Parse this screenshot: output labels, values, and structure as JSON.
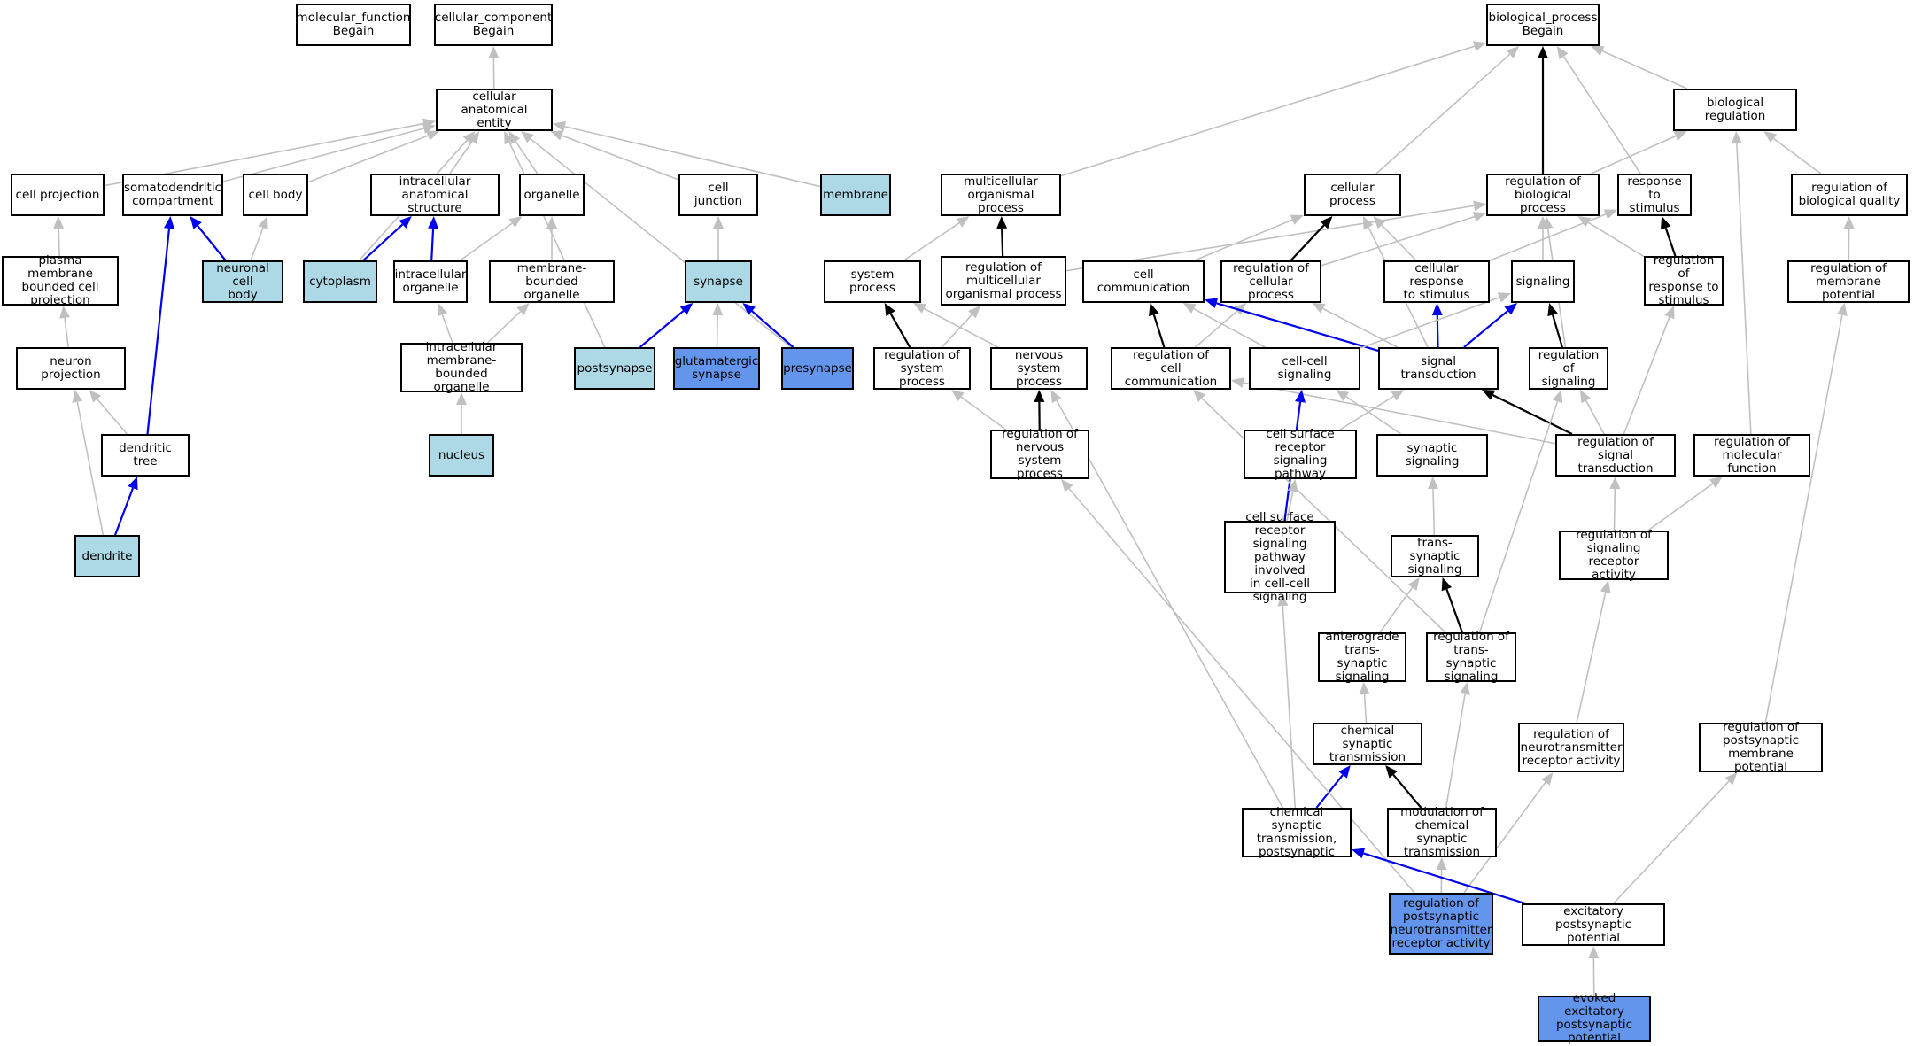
{
  "colors": {
    "light": "#add8e6",
    "blue": "#6495ed",
    "edge_gray": "#c0c0c0",
    "edge_black": "#000000",
    "edge_blue": "#0000ee"
  },
  "nodes": {
    "mf": {
      "label": "molecular_function\nBegain",
      "fill": "none"
    },
    "cc": {
      "label": "cellular_component\nBegain",
      "fill": "none"
    },
    "bp": {
      "label": "biological_process\nBegain",
      "fill": "none"
    },
    "cae": {
      "label": "cellular anatomical\nentity",
      "fill": "none"
    },
    "breg": {
      "label": "biological regulation",
      "fill": "none"
    },
    "cproj": {
      "label": "cell projection",
      "fill": "none"
    },
    "somato": {
      "label": "somatodendritic\ncompartment",
      "fill": "none"
    },
    "cbody": {
      "label": "cell body",
      "fill": "none"
    },
    "ias": {
      "label": "intracellular\nanatomical structure",
      "fill": "none"
    },
    "organelle": {
      "label": "organelle",
      "fill": "none"
    },
    "cjunc": {
      "label": "cell junction",
      "fill": "none"
    },
    "membrane": {
      "label": "membrane",
      "fill": "light"
    },
    "mop": {
      "label": "multicellular\norganismal process",
      "fill": "none"
    },
    "cproc": {
      "label": "cellular process",
      "fill": "none"
    },
    "rbp": {
      "label": "regulation of\nbiological process",
      "fill": "none"
    },
    "rts": {
      "label": "response to\nstimulus",
      "fill": "none"
    },
    "rbq": {
      "label": "regulation of\nbiological quality",
      "fill": "none"
    },
    "pmbcp": {
      "label": "plasma membrane\nbounded cell\nprojection",
      "fill": "none"
    },
    "ncb": {
      "label": "neuronal cell\nbody",
      "fill": "light"
    },
    "cyto": {
      "label": "cytoplasm",
      "fill": "light"
    },
    "io": {
      "label": "intracellular\norganelle",
      "fill": "none"
    },
    "mbo": {
      "label": "membrane-bounded\norganelle",
      "fill": "none"
    },
    "synapse": {
      "label": "synapse",
      "fill": "light"
    },
    "sysproc": {
      "label": "system process",
      "fill": "none"
    },
    "rmop": {
      "label": "regulation of\nmulticellular\norganismal process",
      "fill": "none"
    },
    "ccomm": {
      "label": "cell communication",
      "fill": "none"
    },
    "rcp": {
      "label": "regulation of\ncellular process",
      "fill": "none"
    },
    "crs": {
      "label": "cellular response\nto stimulus",
      "fill": "none"
    },
    "signaling": {
      "label": "signaling",
      "fill": "none"
    },
    "rrs": {
      "label": "regulation of\nresponse to\nstimulus",
      "fill": "none"
    },
    "rmp": {
      "label": "regulation of\nmembrane potential",
      "fill": "none"
    },
    "nproj": {
      "label": "neuron projection",
      "fill": "none"
    },
    "imbo": {
      "label": "intracellular\nmembrane-bounded\norganelle",
      "fill": "none"
    },
    "postsyn": {
      "label": "postsynapse",
      "fill": "light"
    },
    "glut": {
      "label": "glutamatergic\nsynapse",
      "fill": "blue"
    },
    "presyn": {
      "label": "presynapse",
      "fill": "blue"
    },
    "rsp": {
      "label": "regulation of\nsystem process",
      "fill": "none"
    },
    "nsp": {
      "label": "nervous system\nprocess",
      "fill": "none"
    },
    "rcc": {
      "label": "regulation of\ncell communication",
      "fill": "none"
    },
    "ccs": {
      "label": "cell-cell signaling",
      "fill": "none"
    },
    "st": {
      "label": "signal transduction",
      "fill": "none"
    },
    "rsig": {
      "label": "regulation of\nsignaling",
      "fill": "none"
    },
    "dtree": {
      "label": "dendritic tree",
      "fill": "none"
    },
    "nucleus": {
      "label": "nucleus",
      "fill": "light"
    },
    "rnsp": {
      "label": "regulation of\nnervous system\nprocess",
      "fill": "none"
    },
    "csrsp": {
      "label": "cell surface\nreceptor signaling\npathway",
      "fill": "none"
    },
    "synsig": {
      "label": "synaptic signaling",
      "fill": "none"
    },
    "rst": {
      "label": "regulation of\nsignal transduction",
      "fill": "none"
    },
    "rmf": {
      "label": "regulation of\nmolecular function",
      "fill": "none"
    },
    "dendrite": {
      "label": "dendrite",
      "fill": "light"
    },
    "csrspcc": {
      "label": "cell surface\nreceptor signaling\npathway involved\nin cell-cell\nsignaling",
      "fill": "none"
    },
    "tss": {
      "label": "trans-synaptic\nsignaling",
      "fill": "none"
    },
    "rsra": {
      "label": "regulation of\nsignaling receptor\nactivity",
      "fill": "none"
    },
    "atss": {
      "label": "anterograde\ntrans-synaptic\nsignaling",
      "fill": "none"
    },
    "rtss": {
      "label": "regulation of\ntrans-synaptic\nsignaling",
      "fill": "none"
    },
    "cst": {
      "label": "chemical synaptic\ntransmission",
      "fill": "none"
    },
    "rnra": {
      "label": "regulation of\nneurotransmitter\nreceptor activity",
      "fill": "none"
    },
    "rpmp": {
      "label": "regulation of\npostsynaptic\nmembrane potential",
      "fill": "none"
    },
    "cstp": {
      "label": "chemical synaptic\ntransmission,\npostsynaptic",
      "fill": "none"
    },
    "mcst": {
      "label": "modulation of\nchemical synaptic\ntransmission",
      "fill": "none"
    },
    "rpnra": {
      "label": "regulation of\npostsynaptic\nneurotransmitter\nreceptor activity",
      "fill": "blue"
    },
    "epp": {
      "label": "excitatory postsynaptic\npotential",
      "fill": "none"
    },
    "eepp": {
      "label": "evoked excitatory\npostsynaptic\npotential",
      "fill": "blue"
    }
  },
  "edges": [
    [
      "cae",
      "cc",
      "gray"
    ],
    [
      "mop",
      "bp",
      "gray"
    ],
    [
      "cproc",
      "bp",
      "gray"
    ],
    [
      "rbp",
      "bp",
      "black"
    ],
    [
      "rts",
      "bp",
      "gray"
    ],
    [
      "breg",
      "bp",
      "gray"
    ],
    [
      "cproj",
      "cae",
      "gray"
    ],
    [
      "somato",
      "cae",
      "gray"
    ],
    [
      "cbody",
      "cae",
      "gray"
    ],
    [
      "ias",
      "cae",
      "gray"
    ],
    [
      "organelle",
      "cae",
      "gray"
    ],
    [
      "cjunc",
      "cae",
      "gray"
    ],
    [
      "membrane",
      "cae",
      "gray"
    ],
    [
      "cyto",
      "cae",
      "gray"
    ],
    [
      "postsyn",
      "cae",
      "gray"
    ],
    [
      "presyn",
      "cae",
      "gray"
    ],
    [
      "rbp",
      "breg",
      "gray"
    ],
    [
      "rbq",
      "breg",
      "gray"
    ],
    [
      "rmf",
      "breg",
      "gray"
    ],
    [
      "pmbcp",
      "cproj",
      "gray"
    ],
    [
      "ncb",
      "somato",
      "blue"
    ],
    [
      "ncb",
      "cbody",
      "gray"
    ],
    [
      "cyto",
      "ias",
      "blue"
    ],
    [
      "io",
      "ias",
      "blue"
    ],
    [
      "io",
      "organelle",
      "gray"
    ],
    [
      "mbo",
      "organelle",
      "gray"
    ],
    [
      "synapse",
      "cjunc",
      "gray"
    ],
    [
      "sysproc",
      "mop",
      "gray"
    ],
    [
      "rmop",
      "mop",
      "black"
    ],
    [
      "rmop",
      "rbp",
      "gray"
    ],
    [
      "ccomm",
      "cproc",
      "gray"
    ],
    [
      "rcp",
      "cproc",
      "black"
    ],
    [
      "rcp",
      "rbp",
      "gray"
    ],
    [
      "crs",
      "cproc",
      "gray"
    ],
    [
      "crs",
      "rts",
      "gray"
    ],
    [
      "signaling",
      "rbp",
      "gray"
    ],
    [
      "rrs",
      "rts",
      "black"
    ],
    [
      "rrs",
      "rbp",
      "gray"
    ],
    [
      "rmp",
      "rbq",
      "gray"
    ],
    [
      "nproj",
      "pmbcp",
      "gray"
    ],
    [
      "imbo",
      "io",
      "gray"
    ],
    [
      "imbo",
      "mbo",
      "gray"
    ],
    [
      "postsyn",
      "synapse",
      "blue"
    ],
    [
      "glut",
      "synapse",
      "gray"
    ],
    [
      "presyn",
      "synapse",
      "blue"
    ],
    [
      "rsp",
      "sysproc",
      "black"
    ],
    [
      "rsp",
      "rmop",
      "gray"
    ],
    [
      "nsp",
      "sysproc",
      "gray"
    ],
    [
      "rcc",
      "ccomm",
      "black"
    ],
    [
      "rcc",
      "rcp",
      "gray"
    ],
    [
      "ccs",
      "ccomm",
      "gray"
    ],
    [
      "st",
      "ccomm",
      "blue"
    ],
    [
      "st",
      "crs",
      "blue"
    ],
    [
      "st",
      "signaling",
      "blue"
    ],
    [
      "st",
      "rcp",
      "gray"
    ],
    [
      "st",
      "cproc",
      "gray"
    ],
    [
      "rsig",
      "signaling",
      "black"
    ],
    [
      "rsig",
      "rbp",
      "gray"
    ],
    [
      "ccs",
      "signaling",
      "gray"
    ],
    [
      "dtree",
      "somato",
      "blue"
    ],
    [
      "dtree",
      "nproj",
      "gray"
    ],
    [
      "nucleus",
      "imbo",
      "gray"
    ],
    [
      "rnsp",
      "nsp",
      "black"
    ],
    [
      "rnsp",
      "rsp",
      "gray"
    ],
    [
      "csrsp",
      "st",
      "gray"
    ],
    [
      "synsig",
      "ccs",
      "gray"
    ],
    [
      "rst",
      "st",
      "black"
    ],
    [
      "rst",
      "rsig",
      "gray"
    ],
    [
      "rst",
      "rcc",
      "gray"
    ],
    [
      "rst",
      "rrs",
      "gray"
    ],
    [
      "dendrite",
      "dtree",
      "blue"
    ],
    [
      "dendrite",
      "nproj",
      "gray"
    ],
    [
      "csrspcc",
      "ccs",
      "blue"
    ],
    [
      "csrspcc",
      "csrsp",
      "gray"
    ],
    [
      "tss",
      "synsig",
      "gray"
    ],
    [
      "rsra",
      "rst",
      "gray"
    ],
    [
      "rsra",
      "rmf",
      "gray"
    ],
    [
      "atss",
      "tss",
      "gray"
    ],
    [
      "rtss",
      "tss",
      "black"
    ],
    [
      "rtss",
      "rcc",
      "gray"
    ],
    [
      "rtss",
      "rsig",
      "gray"
    ],
    [
      "cst",
      "atss",
      "gray"
    ],
    [
      "rnra",
      "rsra",
      "gray"
    ],
    [
      "rpmp",
      "rmp",
      "gray"
    ],
    [
      "cstp",
      "cst",
      "blue"
    ],
    [
      "cstp",
      "csrspcc",
      "gray"
    ],
    [
      "cstp",
      "nsp",
      "gray"
    ],
    [
      "mcst",
      "cst",
      "black"
    ],
    [
      "mcst",
      "rtss",
      "gray"
    ],
    [
      "rpnra",
      "mcst",
      "gray"
    ],
    [
      "rpnra",
      "rnra",
      "gray"
    ],
    [
      "rpnra",
      "rnsp",
      "gray"
    ],
    [
      "epp",
      "cstp",
      "blue"
    ],
    [
      "epp",
      "rpmp",
      "gray"
    ],
    [
      "eepp",
      "epp",
      "gray"
    ]
  ]
}
